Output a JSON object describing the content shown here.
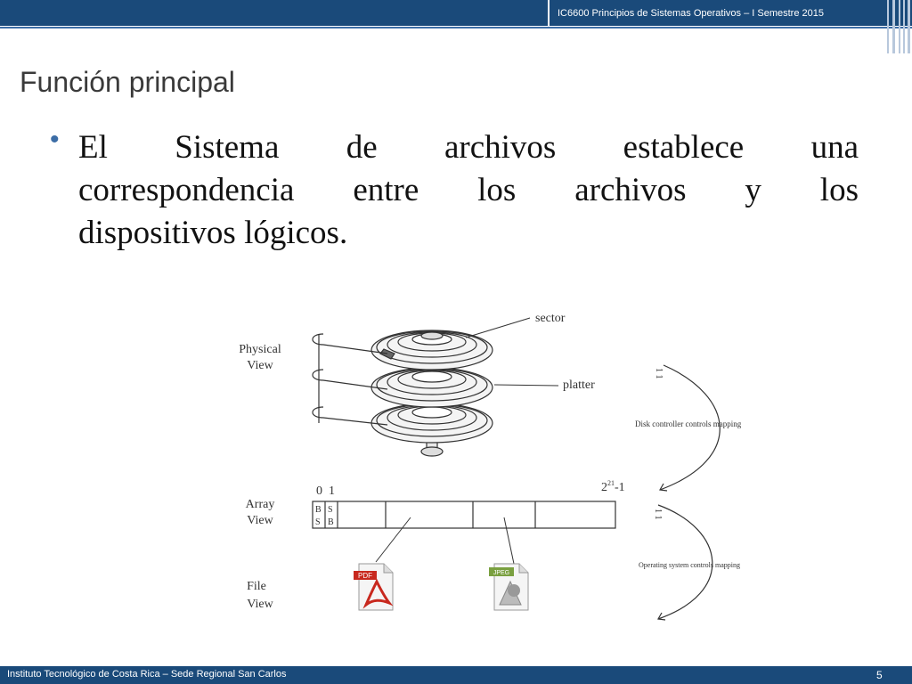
{
  "header": {
    "course": "IC6600 Principios de Sistemas Operativos – I Semestre 2015"
  },
  "slide": {
    "title": "Función principal",
    "bullet_lines": [
      "El Sistema de archivos establece una",
      "correspondencia entre los archivos y los",
      "dispositivos lógicos."
    ]
  },
  "figure": {
    "physical_view_label_1": "Physical",
    "physical_view_label_2": "View",
    "array_view_label_1": "Array",
    "array_view_label_2": "View",
    "file_view_label_1": "File",
    "file_view_label_2": "View",
    "sector_label": "sector",
    "platter_label": "platter",
    "array_index_0": "0",
    "array_index_1": "1",
    "array_last_index_base": "2",
    "array_last_index_exp": "21",
    "array_last_index_suffix": "-1",
    "bs_top": "B",
    "bs_bottom": "S",
    "sb_top": "S",
    "sb_bottom": "B",
    "disk_controller_label": "Disk controller controls mapping",
    "os_label": "Operating system controls mapping",
    "pdf_badge": "PDF",
    "jpeg_badge": "JPEG"
  },
  "footer": {
    "institution": "Instituto Tecnológico de Costa Rica – Sede Regional San Carlos",
    "page_number": "5"
  },
  "colors": {
    "theme_blue": "#1a4a7a",
    "accent_blue": "#3c6da6",
    "pdf_red": "#c8281e",
    "jpeg_green": "#7aa040"
  }
}
